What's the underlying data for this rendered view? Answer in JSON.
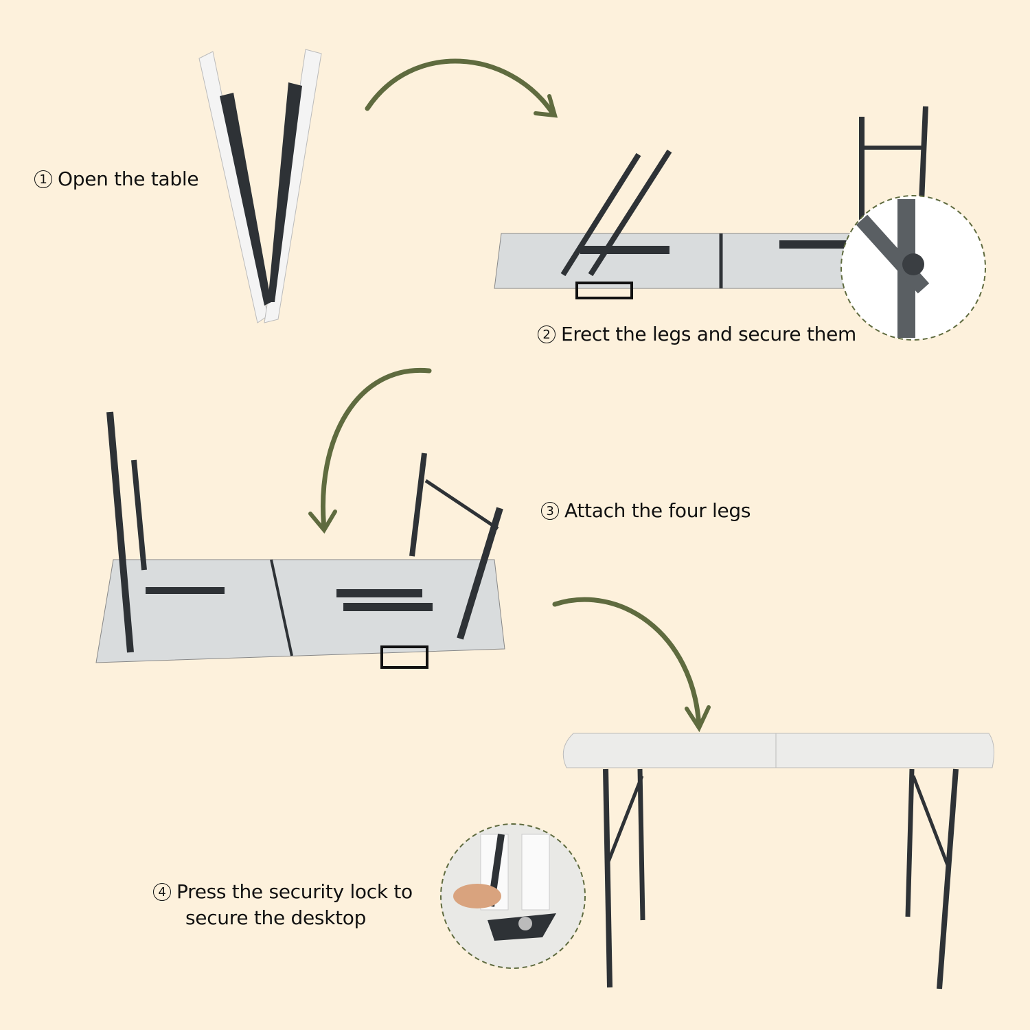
{
  "steps": [
    {
      "number": "1",
      "text": "Open the table"
    },
    {
      "number": "2",
      "text": "Erect the legs and secure them"
    },
    {
      "number": "3",
      "text": "Attach the four legs"
    },
    {
      "number": "4",
      "line1": "Press the security lock to",
      "line2": "secure the desktop"
    }
  ],
  "colors": {
    "background": "#fdf1dc",
    "arrow": "#5f6b3f",
    "frame": "#2e3236",
    "tabletop": "#e8eaea"
  }
}
